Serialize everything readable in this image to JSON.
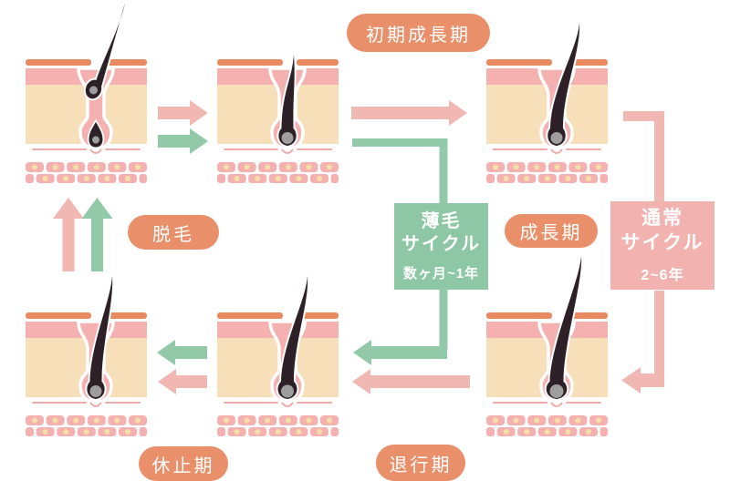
{
  "diagram": {
    "name": "hair-growth-cycle-diagram",
    "labels": {
      "early_growth": "初期成長期",
      "shedding": "脱毛",
      "growth": "成長期",
      "resting": "休止期",
      "regression": "退行期"
    },
    "boxes": {
      "thinning_cycle": {
        "title_line1": "薄毛",
        "title_line2": "サイクル",
        "duration": "数ヶ月~1年"
      },
      "normal_cycle": {
        "title_line1": "通常",
        "title_line2": "サイクル",
        "duration": "2~6年"
      }
    },
    "stages": [
      {
        "id": "shedding",
        "icon": "follicle-shedding-icon",
        "description": "old club hair falling out while new hair forms"
      },
      {
        "id": "early-growth",
        "icon": "follicle-early-growth-icon",
        "description": "new hair just reaching the skin surface"
      },
      {
        "id": "growth",
        "icon": "follicle-growth-icon",
        "description": "long healthy growing hair"
      },
      {
        "id": "resting",
        "icon": "follicle-resting-icon",
        "description": "hair at rest before shedding"
      },
      {
        "id": "late-regression",
        "icon": "follicle-late-regression-icon",
        "description": "hair detaching from papilla"
      },
      {
        "id": "regression",
        "icon": "follicle-regression-icon",
        "description": "hair beginning regression"
      }
    ],
    "colors": {
      "pink_arrow": "#f1b7b3",
      "green_arrow": "#92c9a8",
      "label_pill": "#e9906b",
      "thinning_cycle_box": "#8ec7a5",
      "normal_cycle_box": "#f2b2af",
      "skin_surface": "#e98960",
      "epidermis": "#f4b1af",
      "dermis": "#f7dfb9",
      "dermis_line": "#f0aba8",
      "fat_cell": "#f4b1af",
      "fat_cell_nucleus": "#f3dfa8",
      "hair": "#2d2127",
      "papilla": "#9e9e9e",
      "outline_white": "#ffffff"
    }
  }
}
